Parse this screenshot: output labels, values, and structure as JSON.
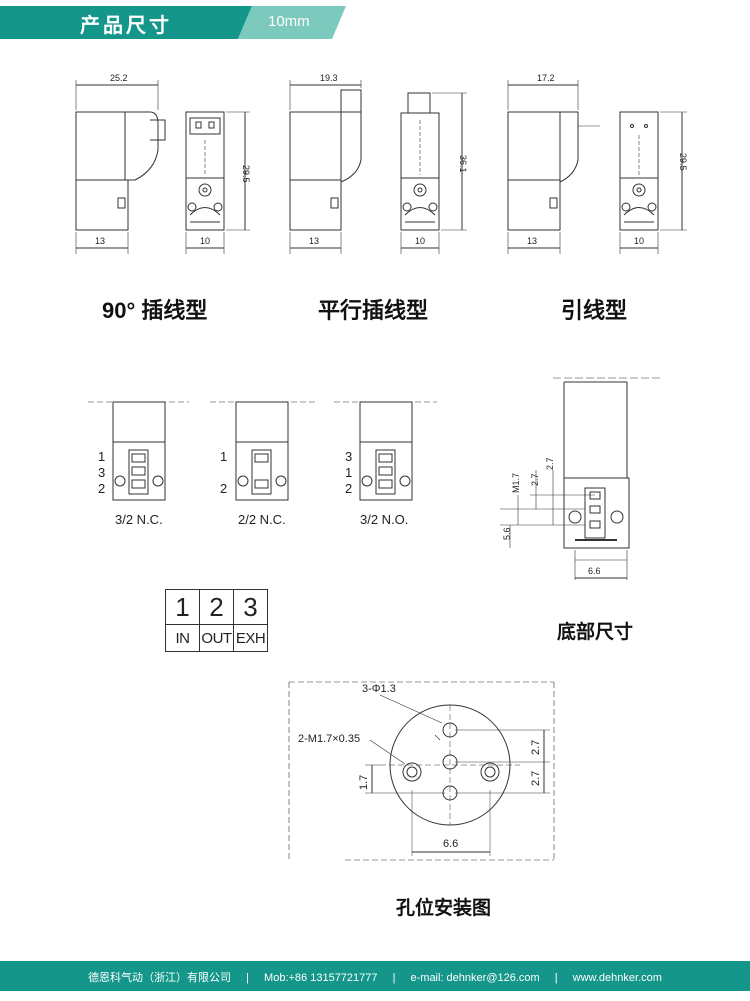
{
  "header": {
    "title": "产品尺寸",
    "size_tag": "10mm",
    "colors": {
      "primary": "#14968a",
      "secondary": "#7cc9bd"
    }
  },
  "views": {
    "type_90": {
      "caption": "90° 插线型",
      "dims": {
        "width_top": "25.2",
        "width_bottom": "13",
        "front_width": "10",
        "height": "29.5"
      }
    },
    "type_parallel": {
      "caption": "平行插线型",
      "dims": {
        "width_top": "19.3",
        "width_bottom": "13",
        "front_width": "10",
        "height": "36.1"
      }
    },
    "type_lead": {
      "caption": "引线型",
      "dims": {
        "width_top": "17.2",
        "width_bottom": "13",
        "front_width": "10",
        "height": "29.5"
      }
    }
  },
  "port_diagrams": [
    {
      "label": "3/2 N.C.",
      "ports": [
        "1",
        "3",
        "2"
      ]
    },
    {
      "label": "2/2 N.C.",
      "ports": [
        "1",
        "2"
      ]
    },
    {
      "label": "3/2 N.O.",
      "ports": [
        "3",
        "1",
        "2"
      ]
    }
  ],
  "legend": {
    "numbers": [
      "1",
      "2",
      "3"
    ],
    "labels": [
      "IN",
      "OUT",
      "EXH"
    ]
  },
  "bottom_view": {
    "caption": "底部尺寸",
    "dims": {
      "m": "M1.7",
      "p1": "2.7",
      "p2": "2.7",
      "h": "5.6",
      "w": "6.6"
    }
  },
  "hole_view": {
    "caption": "孔位安装图",
    "labels": {
      "holes": "3-Φ1.3",
      "threads": "2-M1.7×0.35",
      "pitch_a": "2.7",
      "pitch_b": "2.7",
      "offset": "1.7",
      "width": "6.6"
    }
  },
  "footer": {
    "company": "德恩科气动（浙江）有限公司",
    "mobile": "Mob:+86 13157721777",
    "email": "e-mail: dehnker@126.com",
    "web": "www.dehnker.com",
    "separator": "|"
  }
}
